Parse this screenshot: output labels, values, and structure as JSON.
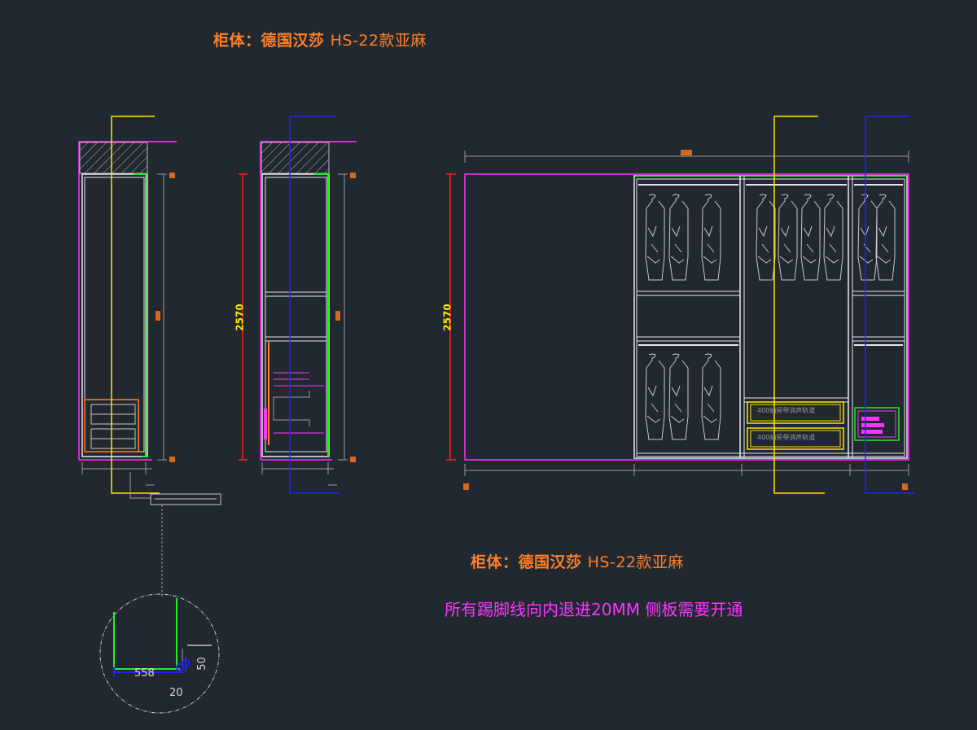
{
  "title_top": {
    "label": "柜体：德国汉莎",
    "model": "HS-22款亚麻"
  },
  "title_bottom": {
    "label": "柜体：德国汉莎",
    "model": "HS-22款亚麻"
  },
  "note": "所有踢脚线向内退进20MM 侧板需要开通",
  "dimensions": {
    "height_1": "2570",
    "height_2": "2570"
  },
  "detail": {
    "width": "558",
    "gap": "20",
    "height": "50"
  },
  "drawers": {
    "label_1": "400抽屉带消声轨道",
    "label_2": "400抽屉带消声轨道"
  },
  "colors": {
    "magenta": "#ff33ff",
    "green": "#22ee22",
    "yellow": "#ffe600",
    "blue": "#2222ff",
    "orange": "#ff7f27",
    "white": "#e8e8e8",
    "red": "#ff2020",
    "grey": "#8a8a8a"
  }
}
